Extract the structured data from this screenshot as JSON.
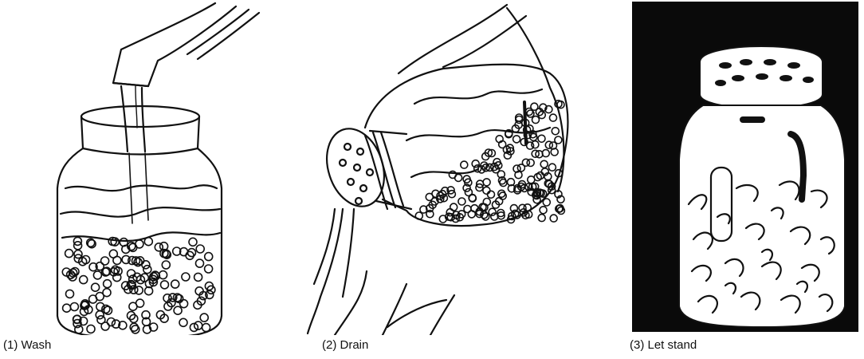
{
  "figures": [
    {
      "step": "(1)",
      "caption": "(1) Wash",
      "icon": "jar-under-faucet-illustration"
    },
    {
      "step": "(2)",
      "caption": "(2) Drain",
      "icon": "hand-tilting-jar-illustration"
    },
    {
      "step": "(3)",
      "caption": "(3) Let stand",
      "icon": "sprouting-jar-illustration"
    }
  ],
  "colors": {
    "ink": "#111111",
    "paper": "#ffffff",
    "background_panel3": "#0a0a0a"
  }
}
